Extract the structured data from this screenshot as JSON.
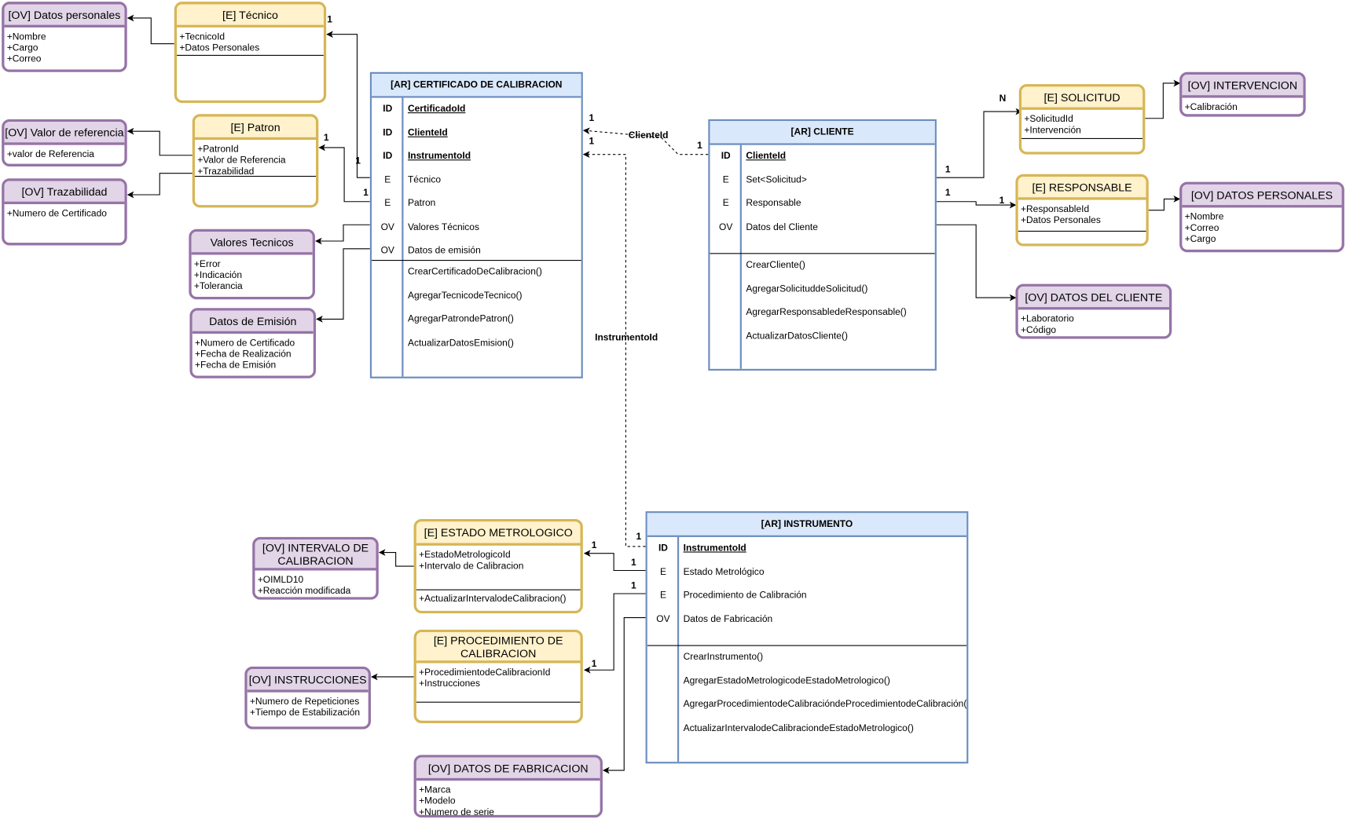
{
  "colors": {
    "entity_border": "#d6b656",
    "entity_fill": "#fff2cc",
    "value_object_border": "#9673a6",
    "value_object_fill": "#e1d5e7",
    "aggregate_border": "#6c8ebf",
    "aggregate_fill": "#dae8fc"
  },
  "boxes": [
    {
      "id": "ov_datos_personales",
      "kind": "ov",
      "title": "[OV] Datos personales",
      "fields": [
        "+Nombre",
        "+Cargo",
        "+Correo"
      ]
    },
    {
      "id": "e_tecnico",
      "kind": "e",
      "title": "[E] Técnico",
      "fields": [
        "+TecnicoId",
        "+Datos Personales"
      ]
    },
    {
      "id": "ov_valor_referencia",
      "kind": "ov",
      "title": "[OV] Valor de referencia",
      "fields": [
        "+valor de Referencia"
      ]
    },
    {
      "id": "e_patron",
      "kind": "e",
      "title": "[E] Patron",
      "fields": [
        "+PatronId",
        "+Valor de Referencia",
        "+Trazabilidad"
      ]
    },
    {
      "id": "ov_trazabilidad",
      "kind": "ov",
      "title": "[OV] Trazabilidad",
      "fields": [
        "+Numero de Certificado"
      ]
    },
    {
      "id": "ov_valores_tecnicos",
      "kind": "ov",
      "title": "Valores Tecnicos",
      "fields": [
        "+Error",
        "+Indicación",
        "+Tolerancia"
      ]
    },
    {
      "id": "ov_datos_emision",
      "kind": "ov",
      "title": "Datos de Emisión",
      "fields": [
        "+Numero de Certificado",
        "+Fecha de Realización",
        "+Fecha de Emisión"
      ]
    },
    {
      "id": "e_solicitud",
      "kind": "e",
      "title": "[E] SOLICITUD",
      "fields": [
        "+SolicitudId",
        "+Intervención"
      ]
    },
    {
      "id": "ov_intervencion",
      "kind": "ov",
      "title": "[OV] INTERVENCION",
      "fields": [
        "+Calibración"
      ]
    },
    {
      "id": "e_responsable",
      "kind": "e",
      "title": "[E] RESPONSABLE",
      "fields": [
        "+ResponsableId",
        "+Datos Personales"
      ]
    },
    {
      "id": "ov_datos_personales_2",
      "kind": "ov",
      "title": "[OV] DATOS PERSONALES",
      "fields": [
        "+Nombre",
        "+Correo",
        "+Cargo"
      ]
    },
    {
      "id": "ov_datos_cliente",
      "kind": "ov",
      "title": "[OV] DATOS DEL CLIENTE",
      "fields": [
        "+Laboratorio",
        "+Código"
      ]
    },
    {
      "id": "e_estado_metrologico",
      "kind": "e",
      "title": "[E] ESTADO METROLOGICO",
      "fields": [
        "+EstadoMetrologicoId",
        "+Intervalo de Calibracion"
      ],
      "methods": [
        "+ActualizarIntervalodeCalibracion()"
      ]
    },
    {
      "id": "ov_intervalo_calibracion",
      "kind": "ov",
      "title": "[OV] INTERVALO DE CALIBRACION",
      "fields": [
        "+OIMLD10",
        "+Reacción modificada"
      ]
    },
    {
      "id": "e_procedimiento",
      "kind": "e",
      "title": "[E] PROCEDIMIENTO DE CALIBRACION",
      "fields": [
        "+ProcedimientodeCalibracionId",
        "+Instrucciones"
      ]
    },
    {
      "id": "ov_instrucciones",
      "kind": "ov",
      "title": "[OV] INSTRUCCIONES",
      "fields": [
        "+Numero de Repeticiones",
        "+Tiempo de Estabilización"
      ]
    },
    {
      "id": "ov_datos_fabricacion",
      "kind": "ov",
      "title": "[OV] DATOS DE FABRICACION",
      "fields": [
        "+Marca",
        "+Modelo",
        "+Numero de serie"
      ]
    }
  ],
  "aggregates": [
    {
      "id": "ar_certificado",
      "title": "[AR] CERTIFICADO DE CALIBRACION",
      "rows": [
        {
          "key": "ID",
          "name": "CertificadoId",
          "id": true
        },
        {
          "key": "ID",
          "name": "ClienteId",
          "id": true
        },
        {
          "key": "ID",
          "name": "InstrumentoId",
          "id": true
        },
        {
          "key": "E",
          "name": "Técnico"
        },
        {
          "key": "E",
          "name": "Patron"
        },
        {
          "key": "OV",
          "name": "Valores Técnicos"
        },
        {
          "key": "OV",
          "name": "Datos de emisión"
        }
      ],
      "methods": [
        "CrearCertificadoDeCalibracion()",
        "AgregarTecnicodeTecnico()",
        "AgregarPatrondePatron()",
        "ActualizarDatosEmision()"
      ]
    },
    {
      "id": "ar_cliente",
      "title": "[AR] CLIENTE",
      "rows": [
        {
          "key": "ID",
          "name": "ClienteId",
          "id": true
        },
        {
          "key": "E",
          "name": "Set<Solicitud>"
        },
        {
          "key": "E",
          "name": "Responsable"
        },
        {
          "key": "OV",
          "name": "Datos del Cliente"
        }
      ],
      "methods": [
        "CrearCliente()",
        "AgregarSolicituddeSolicitud()",
        "AgregarResponsabledeResponsable()",
        "ActualizarDatosCliente()"
      ]
    },
    {
      "id": "ar_instrumento",
      "title": "[AR] INSTRUMENTO",
      "rows": [
        {
          "key": "ID",
          "name": "InstrumentoId",
          "id": true
        },
        {
          "key": "E",
          "name": "Estado Metrológico"
        },
        {
          "key": "E",
          "name": "Procedimiento de Calibración"
        },
        {
          "key": "OV",
          "name": "Datos de Fabricación"
        }
      ],
      "methods": [
        "CrearInstrumento()",
        "AgregarEstadoMetrologicodeEstadoMetrologico()",
        "AgregarProcedimientodeCalibracióndeProcedimientodeCalibración()",
        "ActualizarIntervalodeCalibraciondeEstadoMetrologico()"
      ]
    }
  ],
  "labels": {
    "one": "1",
    "many": "N",
    "cliente_id": "ClienteId",
    "instrumento_id": "InstrumentoId"
  }
}
